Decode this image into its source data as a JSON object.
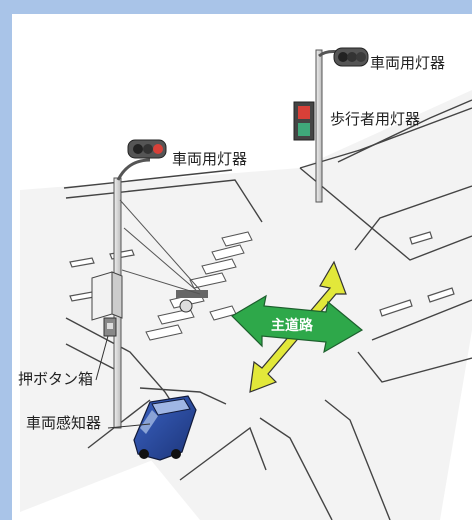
{
  "labels": {
    "vehicle_signal_top": "車両用灯器",
    "pedestrian_signal": "歩行者用灯器",
    "vehicle_signal_left": "車両用灯器",
    "push_button_box": "押ボタン箱",
    "vehicle_detector": "車両感知器",
    "main_road": "主道路"
  },
  "colors": {
    "border": "#a9c4e8",
    "road": "#f3f3f3",
    "road_edge": "#444444",
    "arrow_green": "#2ea84a",
    "arrow_yellow": "#e2e83a",
    "car_blue": "#2a4a9c",
    "signal_red": "#d84038",
    "signal_green": "#3fa87a"
  }
}
